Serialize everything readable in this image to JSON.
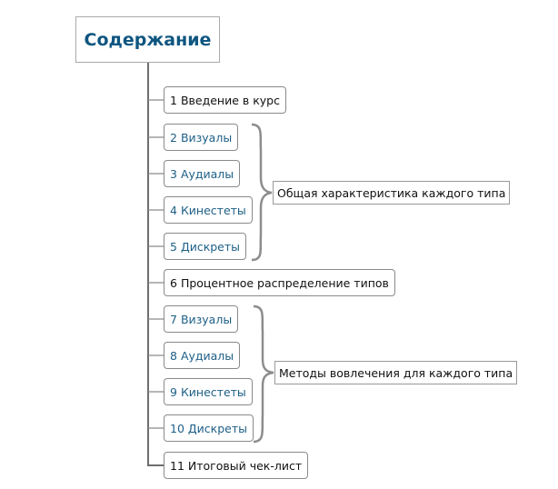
{
  "title": "Содержание",
  "items": [
    {
      "num": "1",
      "text": "Введение в курс"
    },
    {
      "num": "2",
      "text": "Визуалы"
    },
    {
      "num": "3",
      "text": "Аудиалы"
    },
    {
      "num": "4",
      "text": "Кинестеты"
    },
    {
      "num": "5",
      "text": "Дискреты"
    },
    {
      "num": "6",
      "text": "Процентное распределение типов"
    },
    {
      "num": "7",
      "text": "Визуалы"
    },
    {
      "num": "8",
      "text": "Аудиалы"
    },
    {
      "num": "9",
      "text": "Кинестеты"
    },
    {
      "num": "10",
      "text": "Дискреты"
    },
    {
      "num": "11",
      "text": "Итоговый чек-лист"
    }
  ],
  "groups": [
    {
      "label": "Общая характеристика каждого типа"
    },
    {
      "label": "Методы вовлечения для каждого типа"
    }
  ],
  "colors": {
    "accent": "#0e5680",
    "line": "#777777"
  }
}
